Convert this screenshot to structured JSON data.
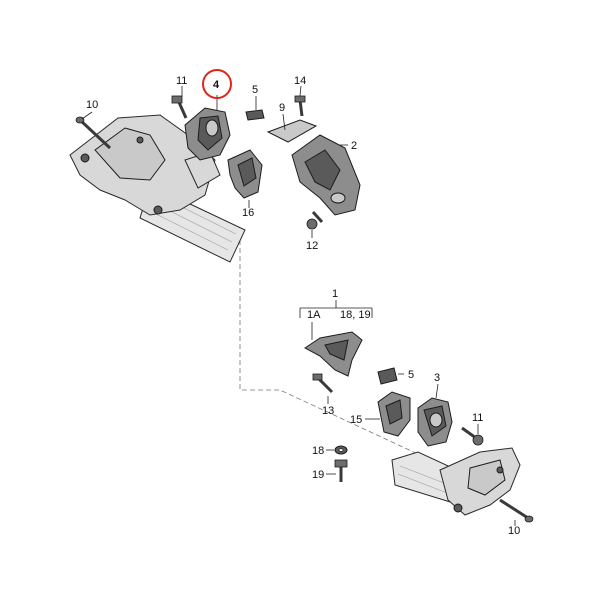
{
  "labels": {
    "p1": "1",
    "p1A": "1A",
    "p18_19": "18, 19",
    "p2": "2",
    "p3": "3",
    "p4": "4",
    "p5_top": "5",
    "p5_bottom": "5",
    "p9": "9",
    "p10_top": "10",
    "p10_bottom": "10",
    "p11_top": "11",
    "p11_bottom": "11",
    "p12": "12",
    "p13": "13",
    "p14": "14",
    "p15": "15",
    "p16": "16",
    "p18": "18",
    "p19": "19"
  },
  "colors": {
    "highlight_circle": "#e0241b",
    "line": "#222222",
    "part_fill": "#8d8d8d"
  },
  "highlighted_part": "4"
}
